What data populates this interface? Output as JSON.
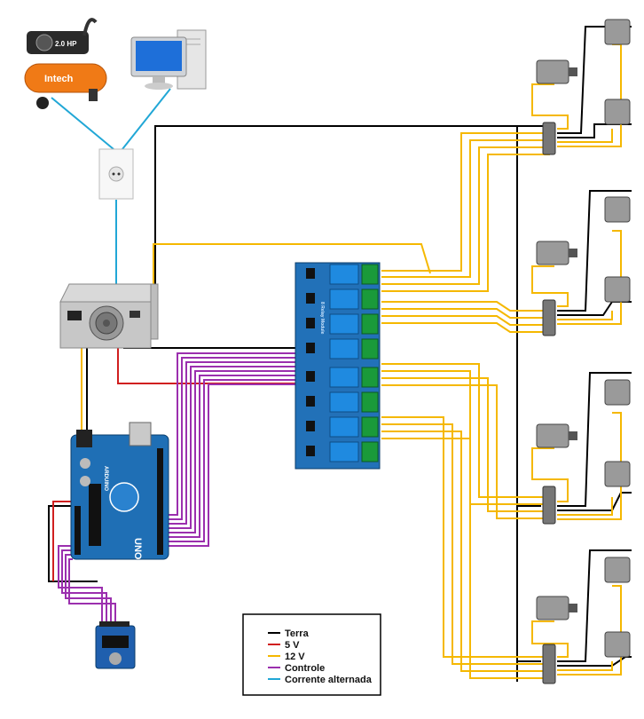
{
  "compressor": {
    "brand": "Intech",
    "power": "2.0 HP"
  },
  "legend": {
    "items": [
      {
        "label": "Terra",
        "color": "#000000"
      },
      {
        "label": "5 V",
        "color": "#d01f1f"
      },
      {
        "label": "12 V",
        "color": "#f5b800"
      },
      {
        "label": "Controle",
        "color": "#9b2fae"
      },
      {
        "label": "Corrente alternada",
        "color": "#21a7d6"
      }
    ]
  },
  "relay_module": {
    "label": "8 Relay Module",
    "channels": 8
  },
  "arduino": {
    "label": "UNO",
    "brand": "ARDUINO"
  },
  "colors": {
    "ground": "#000000",
    "v5": "#d01f1f",
    "v12": "#f5b800",
    "control": "#9b2fae",
    "ac": "#21a7d6"
  },
  "icons": [
    "compressor-icon",
    "computer-icon",
    "wall-outlet-icon",
    "power-supply-icon",
    "arduino-board-icon",
    "relay-module-icon",
    "rtc-module-icon",
    "pneumatic-valve-icon",
    "terminal-block-icon"
  ]
}
